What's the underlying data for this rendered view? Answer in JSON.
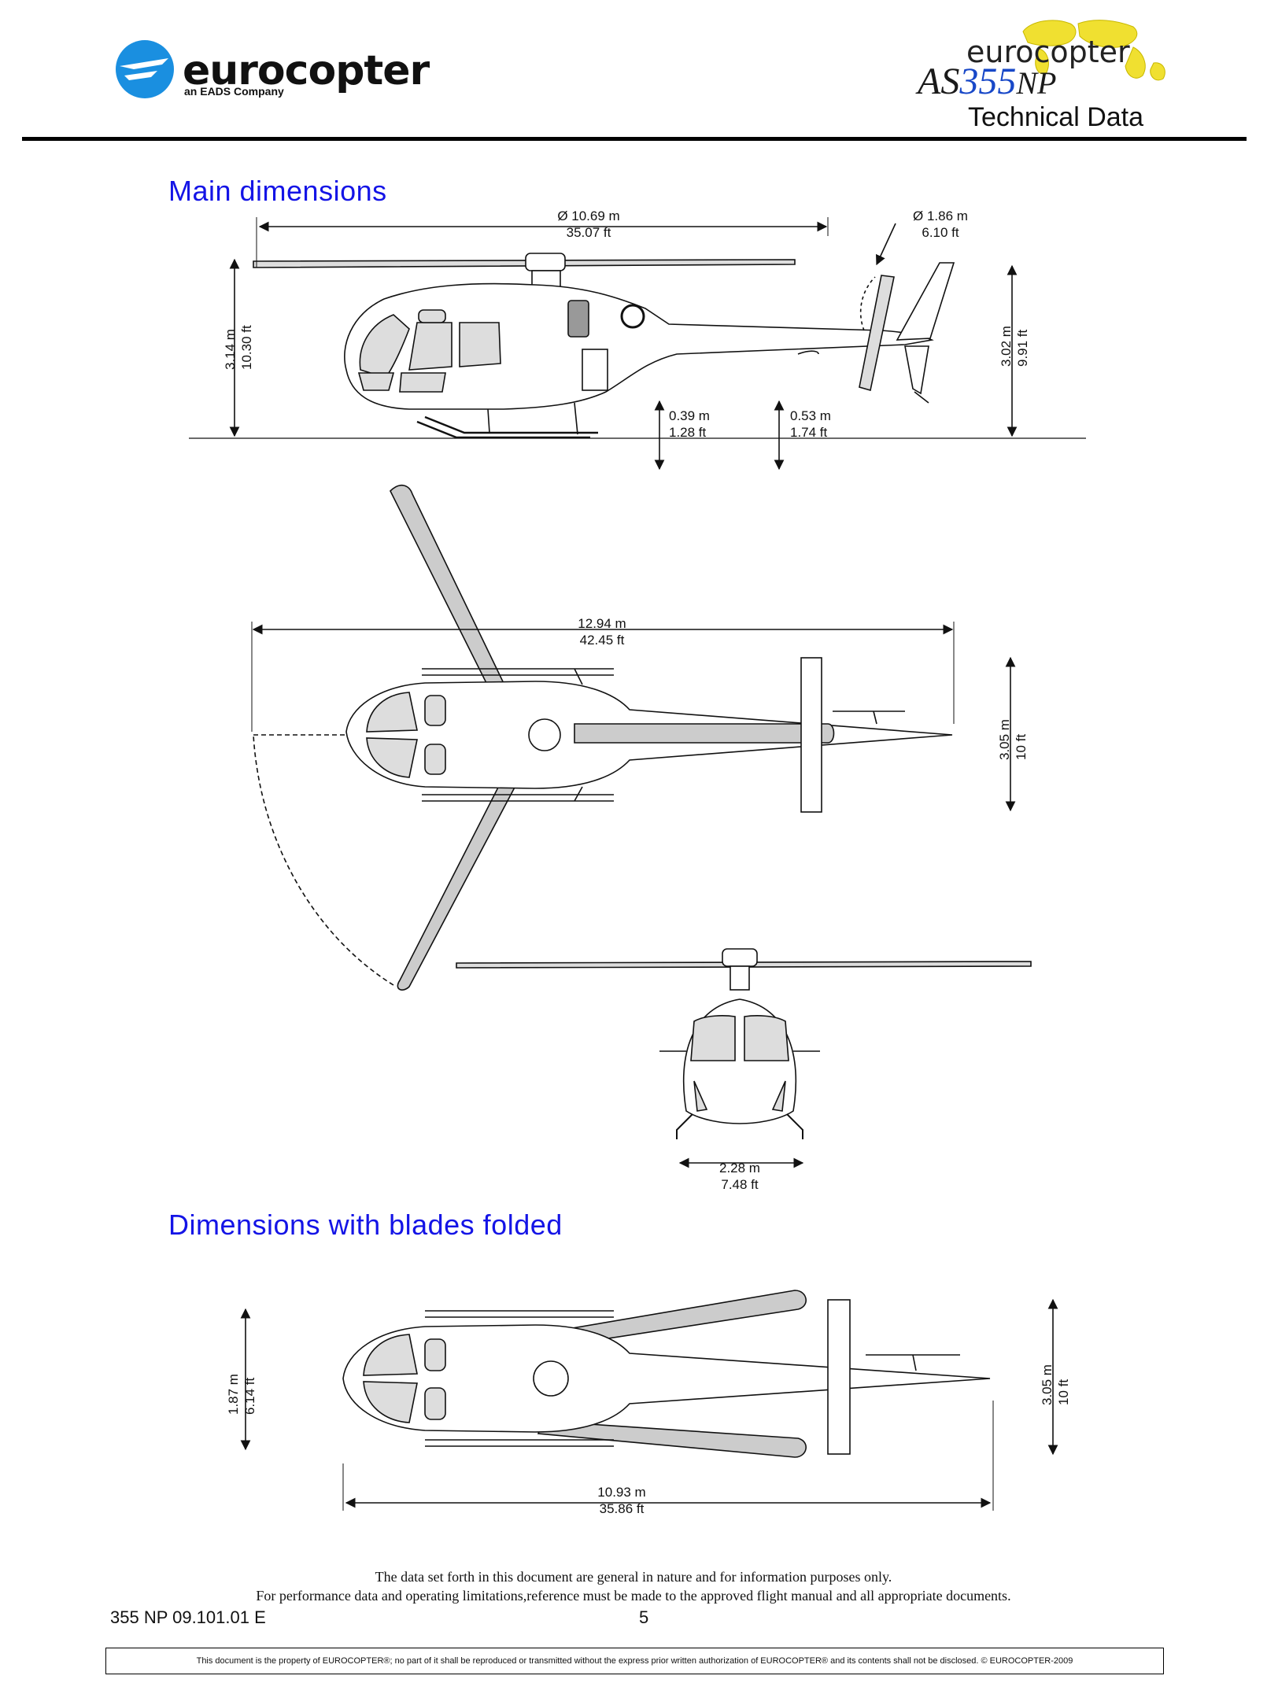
{
  "header": {
    "logo_left_word": "eurocopter",
    "logo_left_sub": "an EADS Company",
    "logo_right_word": "eurocopter",
    "logo_right_model_prefix": "AS",
    "logo_right_model_num": "355",
    "logo_right_model_suffix": "NP",
    "section_label": "Technical Data",
    "colors": {
      "brand_blue": "#1a8fe0",
      "model_blue": "#1848c8",
      "map_yellow": "#f0e030"
    }
  },
  "main_dimensions": {
    "title": "Main dimensions",
    "side_view": {
      "rotor_diameter_m": "Ø 10.69 m",
      "rotor_diameter_ft": "35.07 ft",
      "tail_rotor_diameter_m": "Ø 1.86 m",
      "tail_rotor_diameter_ft": "6.10 ft",
      "height_m": "3.14 m",
      "height_ft": "10.30 ft",
      "tail_height_m": "3.02 m",
      "tail_height_ft": "9.91 ft",
      "skid_clearance_m": "0.39 m",
      "skid_clearance_ft": "1.28 ft",
      "tail_clearance_m": "0.53 m",
      "tail_clearance_ft": "1.74 ft"
    },
    "top_view": {
      "overall_length_m": "12.94 m",
      "overall_length_ft": "42.45 ft",
      "stabilizer_span_m": "3.05 m",
      "stabilizer_span_ft": "10 ft"
    },
    "front_view": {
      "skid_width_m": "2.28 m",
      "skid_width_ft": "7.48 ft"
    }
  },
  "folded_dimensions": {
    "title": "Dimensions with blades folded",
    "width_m": "1.87 m",
    "width_ft": "6.14 ft",
    "stabilizer_span_m": "3.05 m",
    "stabilizer_span_ft": "10 ft",
    "length_m": "10.93 m",
    "length_ft": "35.86 ft"
  },
  "footer": {
    "disclaimer_line1": "The data set forth in this document are general in nature and for information purposes only.",
    "disclaimer_line2": "For performance data and operating limitations,reference must be made to the approved flight manual and all appropriate documents.",
    "doc_number": "355 NP 09.101.01 E",
    "page_number": "5",
    "legal": "This document is the property of EUROCOPTER®; no part of it shall be reproduced or transmitted without the express prior written authorization of EUROCOPTER® and its contents shall not be disclosed. © EUROCOPTER-2009"
  }
}
